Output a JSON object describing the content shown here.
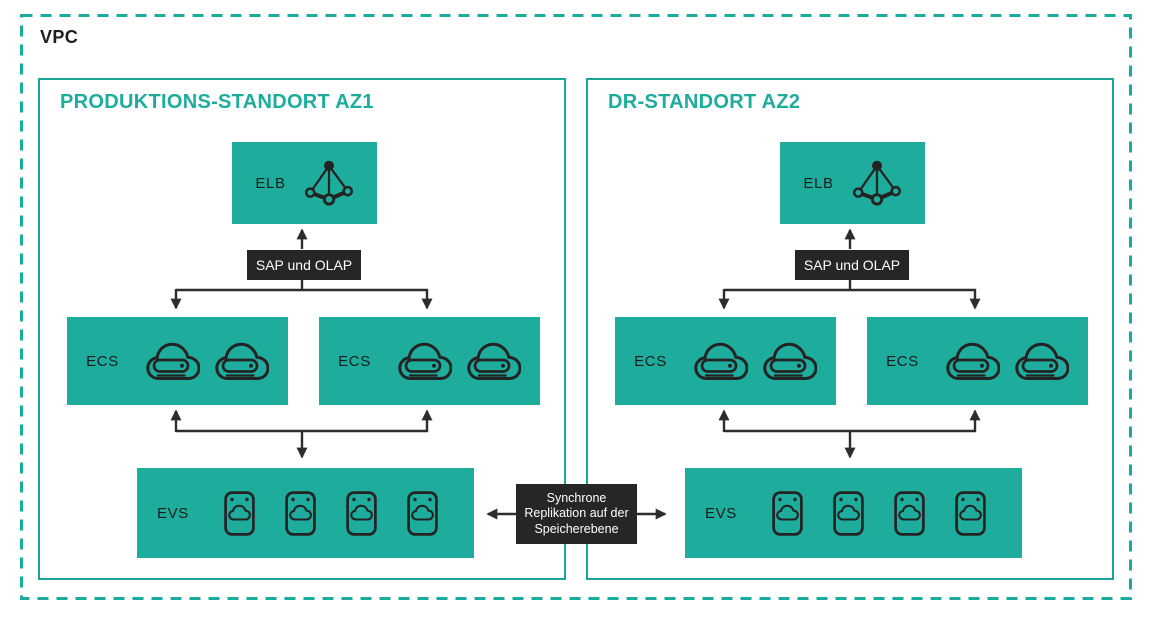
{
  "vpc": {
    "label": "VPC"
  },
  "zones": [
    {
      "title": "PRODUKTIONS-STANDORT AZ1",
      "elb": {
        "label": "ELB"
      },
      "sap_olap_label": "SAP und OLAP",
      "ecs_nodes": [
        {
          "label": "ECS"
        },
        {
          "label": "ECS"
        }
      ],
      "evs": {
        "label": "EVS"
      }
    },
    {
      "title": "DR-STANDORT AZ2",
      "elb": {
        "label": "ELB"
      },
      "sap_olap_label": "SAP und OLAP",
      "ecs_nodes": [
        {
          "label": "ECS"
        },
        {
          "label": "ECS"
        }
      ],
      "evs": {
        "label": "EVS"
      }
    }
  ],
  "replication": {
    "line1": "Synchrone",
    "line2": "Replikation auf der",
    "line3": "Speicherebene"
  },
  "icons": {
    "elb": "load-balancer-icon",
    "ecs": "cloud-server-icon",
    "evs": "cloud-disk-icon"
  },
  "colors": {
    "teal_fill": "#1EAC9C",
    "teal_border": "#18A796",
    "black_box": "#262626",
    "arrow": "#2D2D2D",
    "background": "#FFFFFF"
  }
}
